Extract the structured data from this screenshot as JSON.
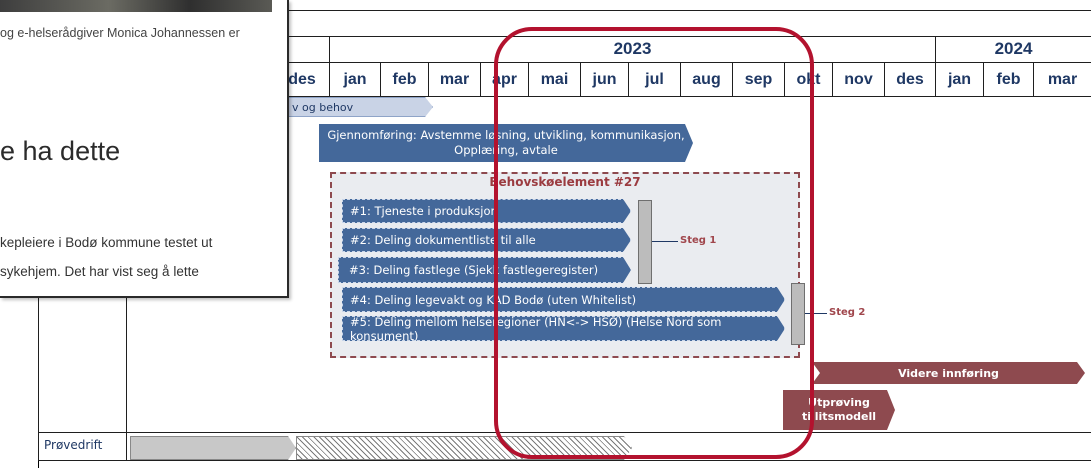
{
  "overlay": {
    "caption": "og e-helserådgiver Monica Johannessen er",
    "heading": "e ha dette",
    "para_line1": "kepleiere i Bodø kommune testet ut",
    "para_line2": "sykehjem. Det har vist seg å lette"
  },
  "timeline": {
    "years": [
      "2023",
      "2024"
    ],
    "months": [
      "des",
      "jan",
      "feb",
      "mar",
      "apr",
      "mai",
      "jun",
      "jul",
      "aug",
      "sep",
      "okt",
      "nov",
      "des",
      "jan",
      "feb",
      "mar"
    ],
    "row_label": "Prøvedrift"
  },
  "bars": {
    "b0": "v og behov",
    "b1_line1": "Gjennomføring: Avstemme løsning, utvikling, kommunikasjon,",
    "b1_line2": "Opplæring, avtale",
    "group_title": "Behovskøelement #27",
    "e1": "#1: Tjeneste i produksjon",
    "e2": "#2: Deling dokumentliste til alle",
    "e3": "#3: Deling fastlege (Sjekk fastlegeregister)",
    "e4": "#4: Deling legevakt og KAD Bodø (uten Whitelist)",
    "e5": "#5: Deling mellom helseregioner (HN<-> HSØ) (Helse Nord som konsument)",
    "steg1": "Steg 1",
    "steg2": "Steg 2",
    "videre": "Videre innføring",
    "utproving_line1": "Utprøving",
    "utproving_line2": "tillitsmodell"
  },
  "colors": {
    "bar_blue": "#44689a",
    "bar_red": "#8e4a4f",
    "highlight": "#b3122e"
  }
}
